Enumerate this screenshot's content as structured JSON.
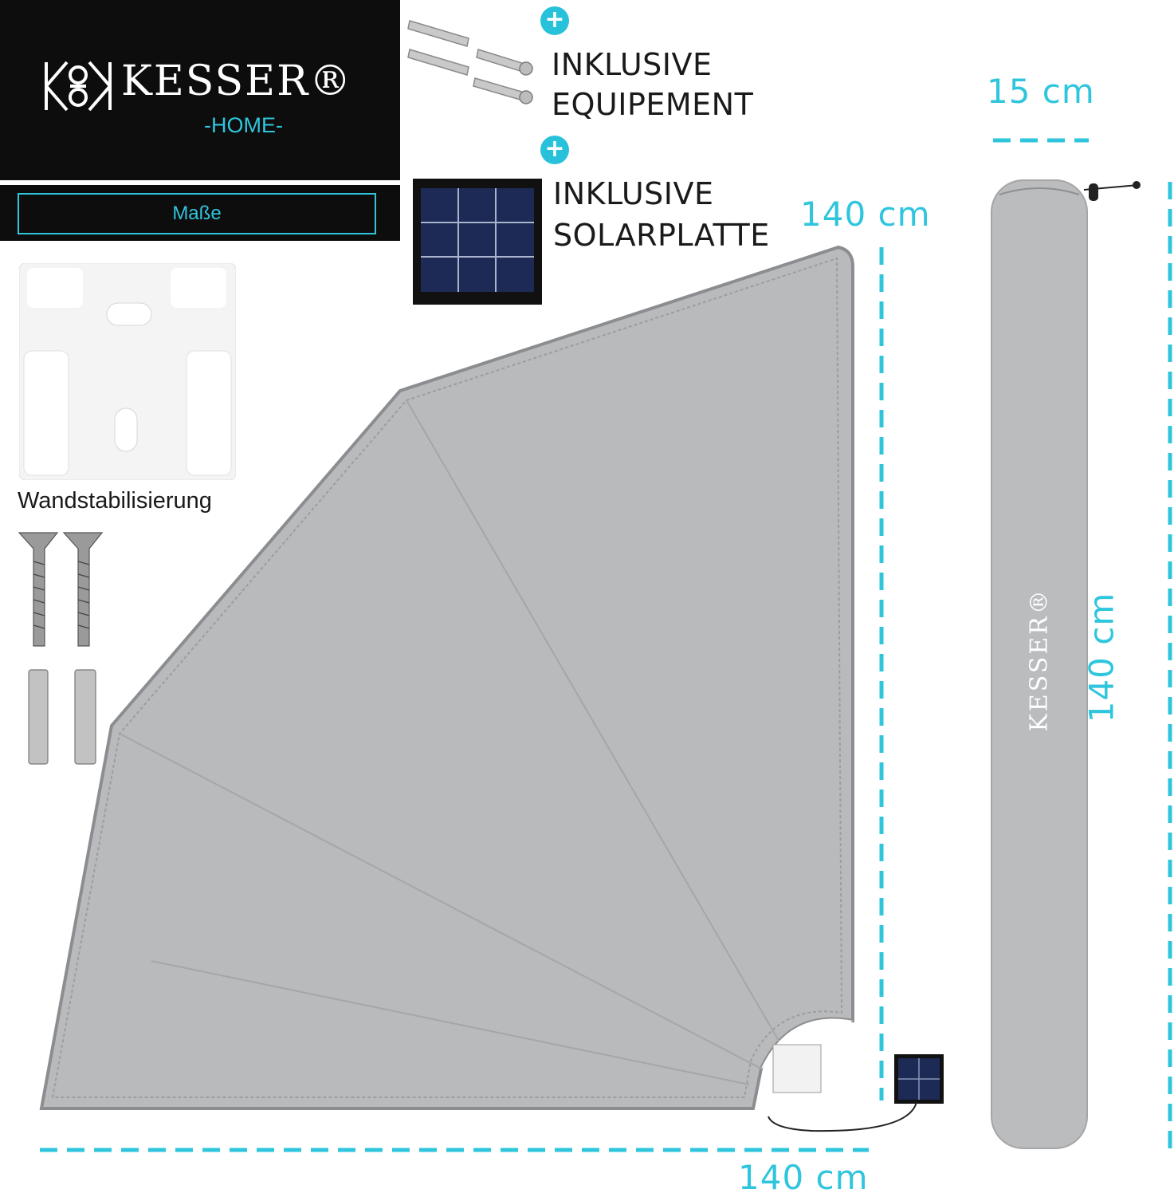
{
  "brand": {
    "name": "KESSER®",
    "sub": "-HOME-",
    "tab_label": "Maße"
  },
  "features": [
    {
      "line1": "INKLUSIVE",
      "line2": "EQUIPEMENT"
    },
    {
      "line1": "INKLUSIVE",
      "line2": "SOLARPLATTE"
    }
  ],
  "accessories": {
    "bracket_caption": "Wandstabilisierung"
  },
  "dimensions": {
    "width_bottom": "140 cm",
    "height_side": "140 cm",
    "bag_width": "15 cm",
    "bag_length": "140 cm"
  },
  "bag": {
    "logo_text": "KESSER®"
  },
  "colors": {
    "accent": "#2fc6dd",
    "fabric": "#b7b8ba",
    "brand_bg": "#0d0d0d"
  },
  "icons": [
    "plus-icon",
    "plus-icon"
  ]
}
